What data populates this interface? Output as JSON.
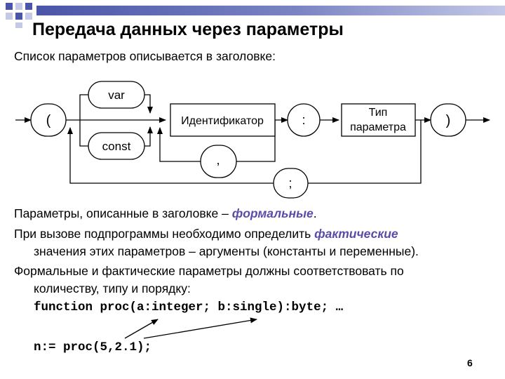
{
  "slide": {
    "title": "Передача данных через параметры",
    "intro": "Список параметров описывается в заголовке:",
    "para1_before": "Параметры, описанные в заголовке – ",
    "para1_highlight": "формальные",
    "para1_after": ".",
    "para2_before": "При вызове подпрограммы необходимо определить ",
    "para2_highlight": "фактические",
    "para2_line2": "значения этих параметров – аргументы (константы и переменные).",
    "para3_line1": "Формальные и фактические параметры должны соответствовать по",
    "para3_line2": "количеству, типу и порядку:",
    "code_line1": "function proc(a:integer; b:single):byte; …",
    "code_line2": "n:= proc(5,2.1);",
    "page_number": "6"
  },
  "diagram": {
    "open_paren": "(",
    "var": "var",
    "const": "const",
    "identifier": "Идентификатор",
    "colon": ":",
    "type_line1": "Тип",
    "type_line2": "параметра",
    "close_paren": ")",
    "comma": ",",
    "semicolon": ";"
  },
  "colors": {
    "deco_blue": "#4a55a8",
    "deco_light": "#c4c9e6",
    "highlight": "#5b4aa8"
  }
}
